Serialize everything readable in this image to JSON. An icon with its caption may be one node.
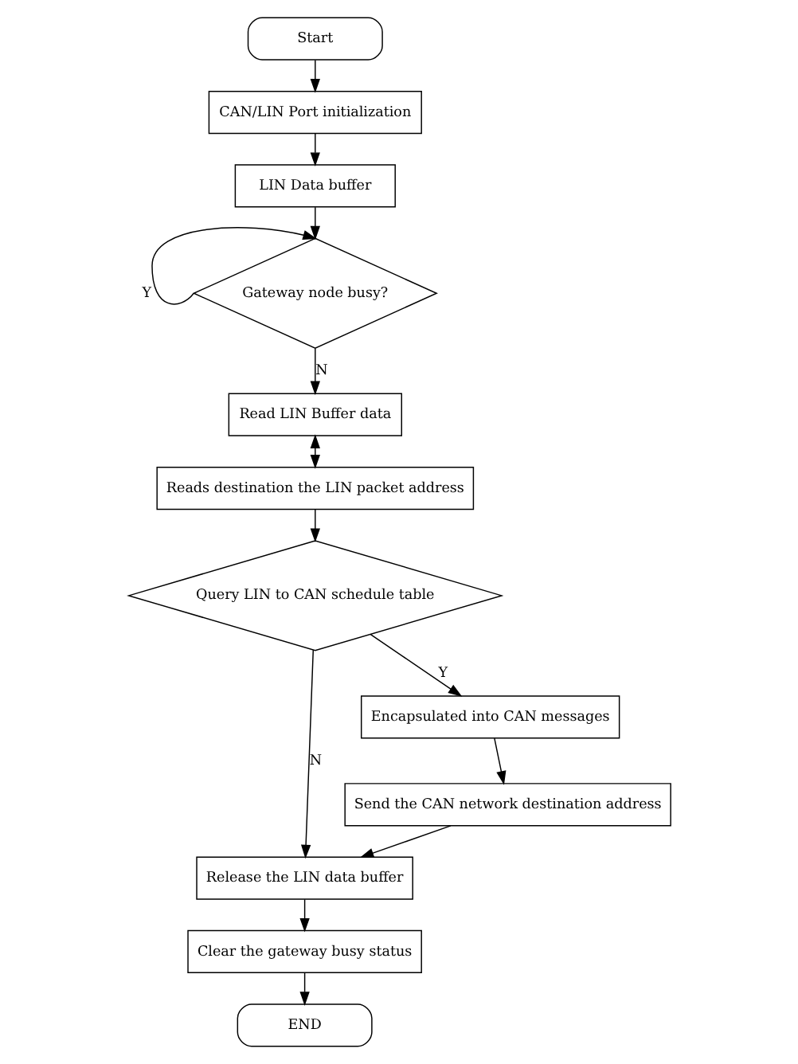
{
  "diagram": {
    "nodes": [
      {
        "text": [
          "Start"
        ]
      },
      {
        "text": [
          "CAN/LIN Port initialization"
        ]
      },
      {
        "text": [
          "LIN Data buffer"
        ]
      },
      {
        "text": [
          "Gateway node busy?"
        ]
      },
      {
        "text": [
          "Read LIN Buffer data"
        ]
      },
      {
        "text": [
          "Reads destination the LIN packet address"
        ]
      },
      {
        "text": [
          "END"
        ]
      },
      {
        "text": [
          "Clear the gateway busy status"
        ]
      },
      {
        "text": [
          "Release the LIN data buffer"
        ]
      },
      {
        "text": [
          "Send the CAN network destination address"
        ]
      },
      {
        "text": [
          "Encapsulated into CAN messages"
        ]
      },
      {
        "text": [
          "Query LIN to CAN schedule table"
        ]
      }
    ],
    "edges": [
      {
        "from": 0,
        "to": 1,
        "arrow": "to"
      },
      {
        "from": 1,
        "to": 2,
        "arrow": "to"
      },
      {
        "from": 2,
        "to": 3,
        "arrow": "to"
      },
      {
        "from": 3,
        "to": 3,
        "arrow": "to",
        "label": "Y"
      },
      {
        "from": 3,
        "to": 4,
        "arrow": "to",
        "label": "N"
      },
      {
        "from": 4,
        "to": 5,
        "arrow": "both"
      },
      {
        "from": 5,
        "to": 11,
        "arrow": "to"
      },
      {
        "from": 11,
        "to": 10,
        "arrow": "to",
        "label": "Y"
      },
      {
        "from": 10,
        "to": 9,
        "arrow": "to"
      },
      {
        "from": 9,
        "to": 8,
        "arrow": "to"
      },
      {
        "from": 8,
        "to": 7,
        "arrow": "to"
      },
      {
        "from": 7,
        "to": 6,
        "arrow": "to"
      },
      {
        "from": 11,
        "to": 8,
        "arrow": "to",
        "label": "N"
      }
    ]
  }
}
